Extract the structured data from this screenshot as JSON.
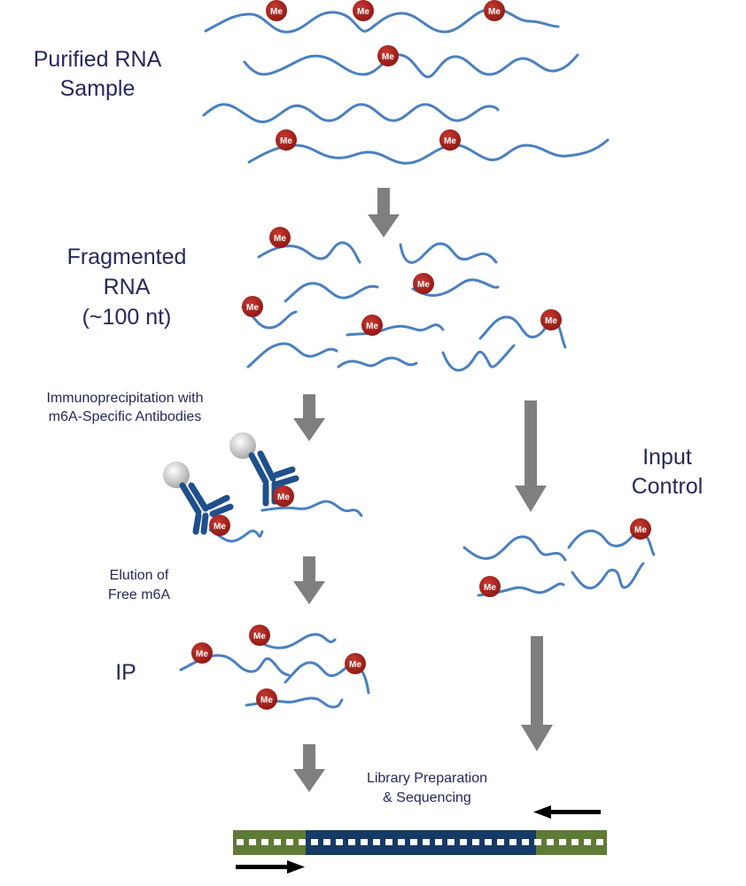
{
  "labels": {
    "purified_line1": "Purified RNA",
    "purified_line2": "Sample",
    "fragmented_line1": "Fragmented",
    "fragmented_line2": "RNA",
    "fragmented_line3": "(~100 nt)",
    "ip_step_line1": "Immunoprecipitation with",
    "ip_step_line2": "m6A-Specific Antibodies",
    "input_line1": "Input",
    "input_line2": "Control",
    "elution_line1": "Elution of",
    "elution_line2": "Free m6A",
    "ip": "IP",
    "library_line1": "Library Preparation",
    "library_line2": "& Sequencing"
  },
  "methyl_marker": "Me",
  "colors": {
    "rna_strand": "#4a80c0",
    "methyl_marker": "#a8201a",
    "antibody": "#1f4f8c",
    "process_arrow": "#7f7f7f",
    "text": "#27285c",
    "adapter": "#5f7a34",
    "insert": "#163a66",
    "read_arrow": "#000000"
  }
}
